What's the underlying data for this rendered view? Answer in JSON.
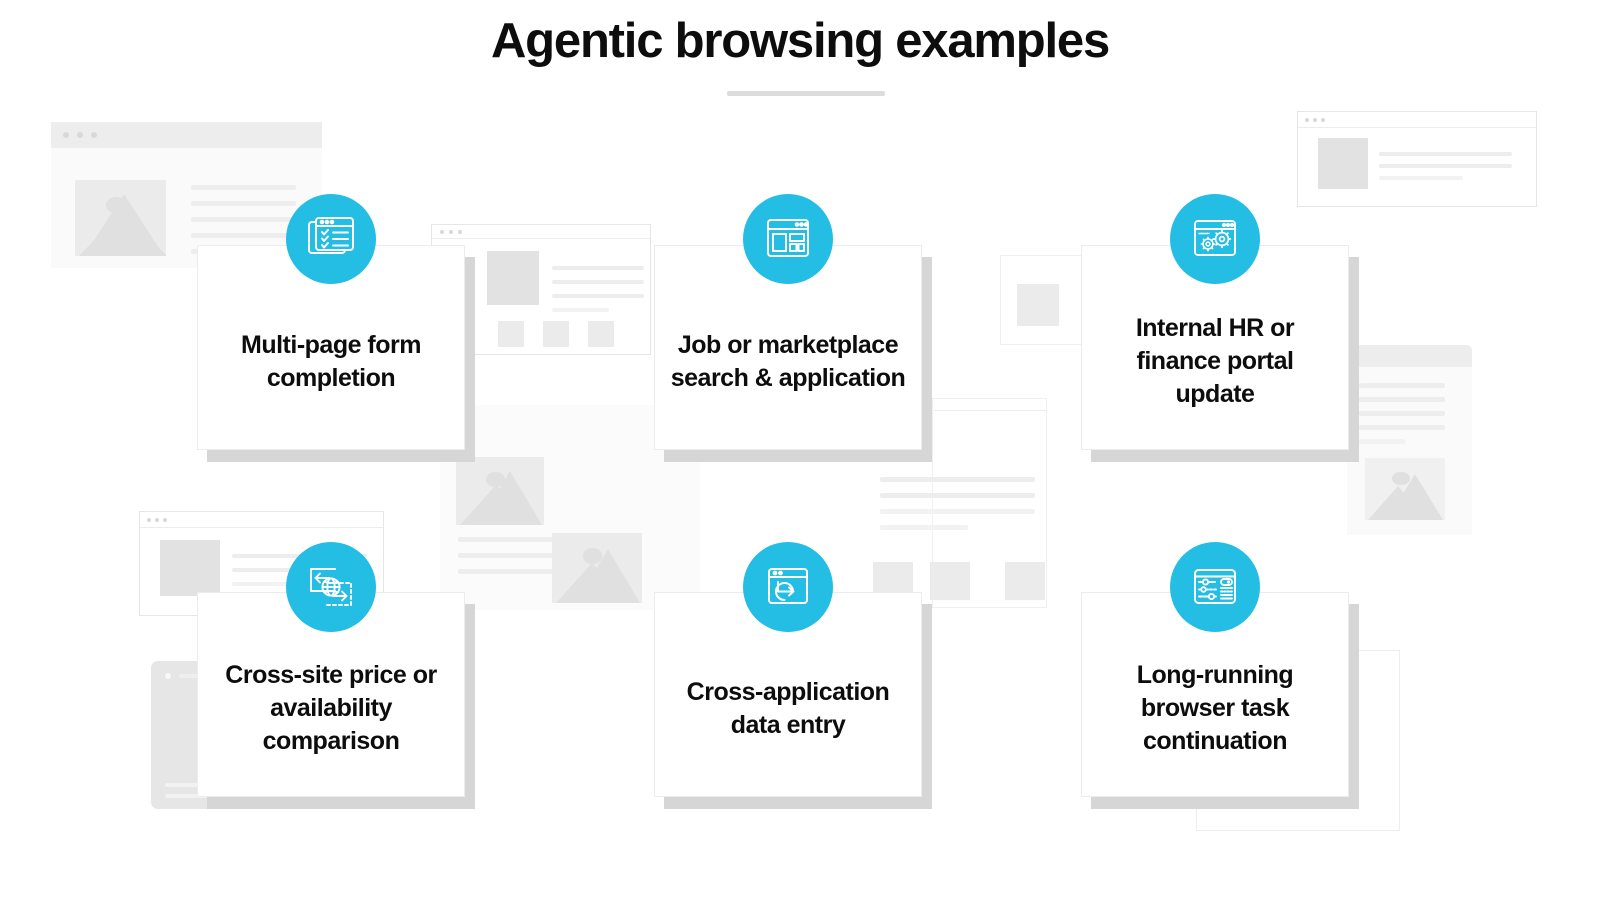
{
  "page": {
    "title": "Agentic browsing examples",
    "accent_color": "#24bde4",
    "text_color": "#0d0d0d",
    "background_color": "#ffffff",
    "divider_color": "#dcdcdc"
  },
  "cards": [
    {
      "label": "Multi-page form completion",
      "icon": "browser-checklist-icon",
      "row": 1,
      "column": 1
    },
    {
      "label": "Job or marketplace search & application",
      "icon": "browser-layout-icon",
      "row": 1,
      "column": 2
    },
    {
      "label": "Internal HR or finance portal update",
      "icon": "browser-gears-icon",
      "row": 1,
      "column": 3
    },
    {
      "label": "Cross-site price or availability comparison",
      "icon": "cross-site-globe-transfer-icon",
      "row": 2,
      "column": 1
    },
    {
      "label": "Cross-application data entry",
      "icon": "browser-return-arrow-icon",
      "row": 2,
      "column": 2
    },
    {
      "label": "Long-running browser task continuation",
      "icon": "browser-sliders-icon",
      "row": 2,
      "column": 3
    }
  ]
}
